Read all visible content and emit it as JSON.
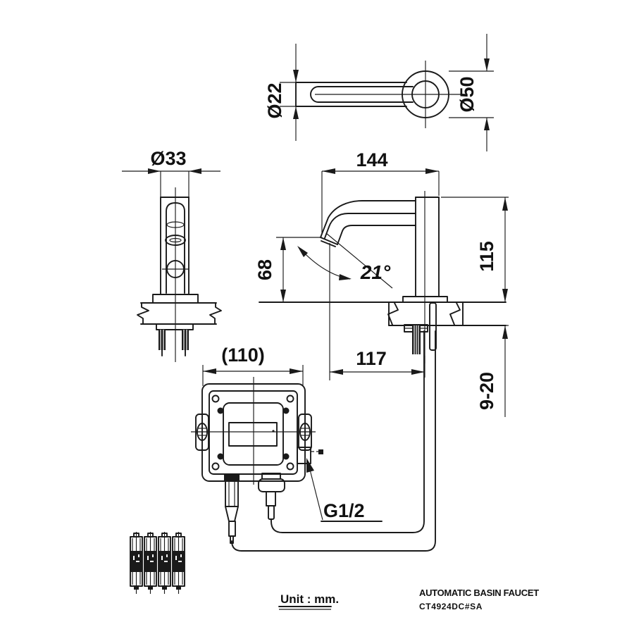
{
  "drawing": {
    "footer": {
      "unit_note": "Unit : mm.",
      "product_title": "AUTOMATIC BASIN FAUCET",
      "model_code": "CT4924DC#SA"
    },
    "dimensions": {
      "spout_tube_diameter": "Ø22",
      "spout_base_diameter": "Ø50",
      "body_diameter": "Ø33",
      "spout_overall_reach": "144",
      "body_height_above_deck": "115",
      "outlet_height_above_deck": "68",
      "outlet_angle": "21°",
      "outlet_reach_from_center": "117",
      "deck_thickness_range": "9-20",
      "control_box_width": "(110)",
      "inlet_thread": "G1/2"
    },
    "colors": {
      "line": "#1a1a1a",
      "background": "#ffffff"
    }
  }
}
